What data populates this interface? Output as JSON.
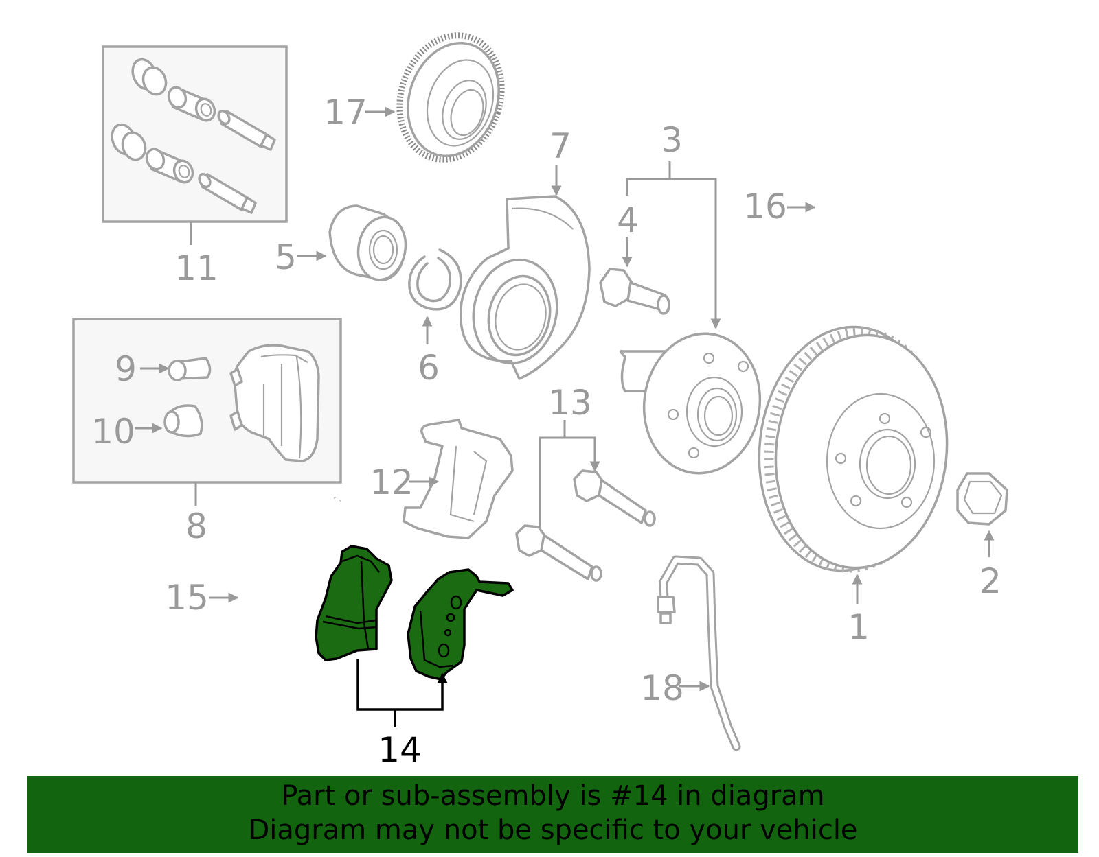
{
  "diagram": {
    "highlighted_part": "14",
    "callouts": {
      "c1": "1",
      "c2": "2",
      "c3": "3",
      "c4": "4",
      "c5": "5",
      "c6": "6",
      "c7": "7",
      "c8": "8",
      "c9": "9",
      "c10": "10",
      "c11": "11",
      "c12": "12",
      "c13": "13",
      "c14": "14",
      "c15": "15",
      "c16": "16",
      "c17": "17",
      "c18": "18"
    },
    "colors": {
      "highlight_fill": "#1a6b12",
      "footer_background": "#12640f",
      "part_stroke": "#a3a3a3",
      "callout_text": "#9a9a9a"
    }
  },
  "footer": {
    "line1": "Part or sub-assembly is #14 in diagram",
    "line2": "Diagram may not be specific to your vehicle"
  }
}
